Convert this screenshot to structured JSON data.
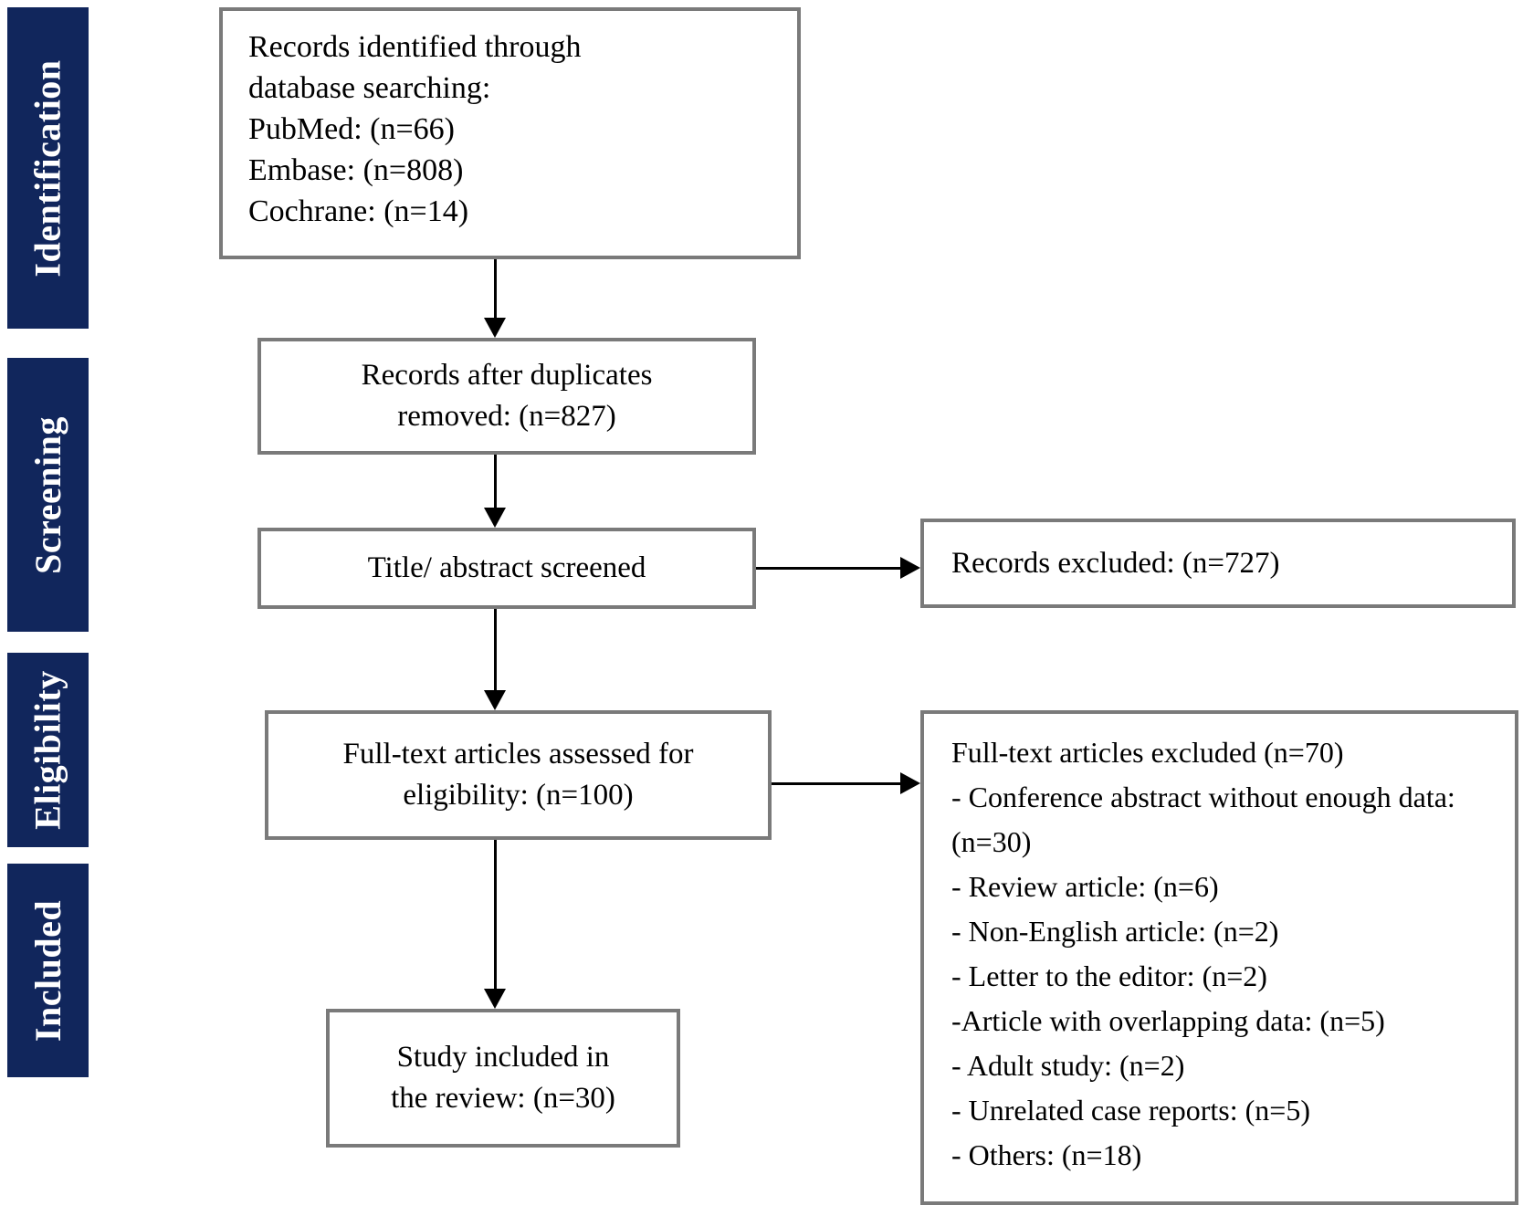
{
  "colors": {
    "sidebar_bg": "#11265c",
    "sidebar_text": "#ffffff",
    "box_border": "#7a7a7a",
    "arrow": "#000000",
    "text": "#000000",
    "page_bg": "#ffffff"
  },
  "sidebar": {
    "items": [
      {
        "label": "Identification"
      },
      {
        "label": "Screening"
      },
      {
        "label": "Eligibility"
      },
      {
        "label": "Included"
      }
    ]
  },
  "flow": {
    "identification_box": "Records identified through\ndatabase searching:\nPubMed: (n=66)\nEmbase: (n=808)\nCochrane: (n=14)",
    "duplicates_box": "Records after duplicates\nremoved: (n=827)",
    "screened_box": "Title/ abstract screened",
    "records_excluded_box": "Records excluded: (n=727)",
    "fulltext_box": "Full-text articles assessed for\neligibility: (n=100)",
    "fulltext_excluded_box": {
      "title": "Full-text articles excluded (n=70)",
      "items": [
        "- Conference abstract without enough data: (n=30)",
        "- Review article: (n=6)",
        "- Non-English article: (n=2)",
        "- Letter to the editor: (n=2)",
        "-Article with overlapping data: (n=5)",
        "- Adult study: (n=2)",
        "- Unrelated case reports: (n=5)",
        "- Others: (n=18)"
      ]
    },
    "included_box": "Study included in\nthe review: (n=30)"
  }
}
